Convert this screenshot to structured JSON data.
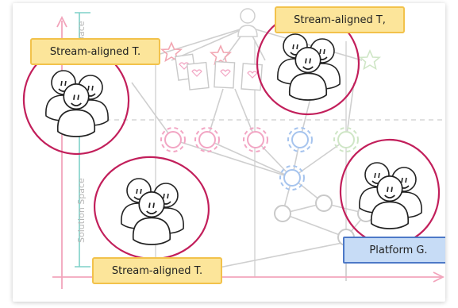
{
  "axis": {
    "y_top_label": "Space",
    "y_main_label": "Solution Space"
  },
  "teams": [
    {
      "label": "Stream-aligned T."
    },
    {
      "label": "Stream-aligned T,"
    },
    {
      "label": "Stream-aligned T."
    },
    {
      "label": "Platform G."
    }
  ],
  "colors": {
    "team_ring": "#c21f5b",
    "stream_fill": "#fce59a",
    "stream_border": "#f2c24b",
    "platform_fill": "#c7dcf6",
    "platform_border": "#4d79c7",
    "axis": "#f2a4bb",
    "bracket": "#7fd0c8",
    "pink_nodes": "#f2a6c4",
    "blue_nodes": "#a6c4ee",
    "green_nodes": "#cfe6c6",
    "grey_nodes": "#c9c9c9"
  }
}
